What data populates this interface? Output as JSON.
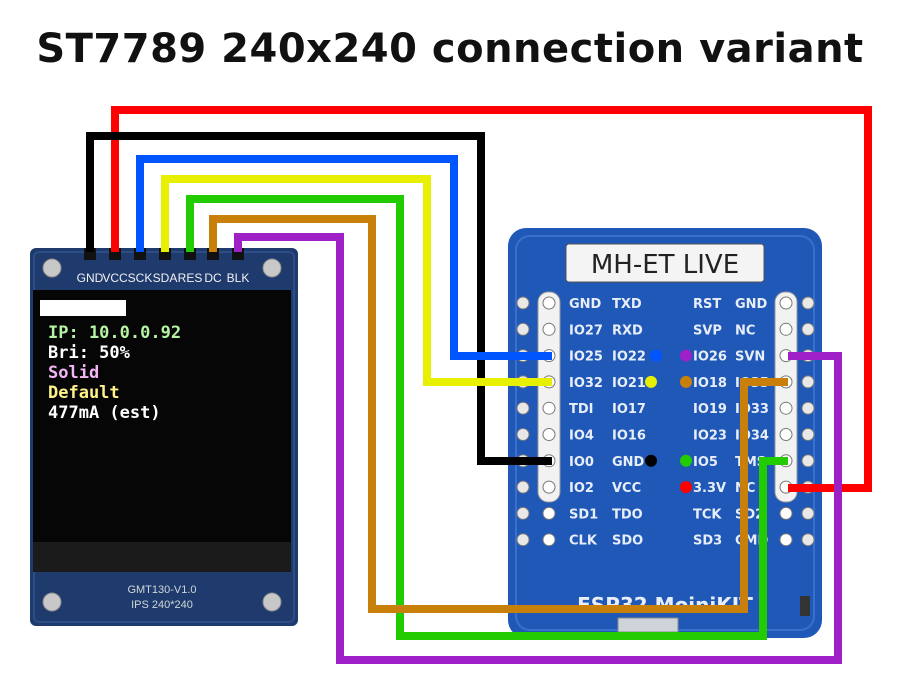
{
  "title": "ST7789 240x240 connection variant",
  "display_module": {
    "pins": [
      "GND",
      "VCC",
      "SCK",
      "SDA",
      "RES",
      "DC",
      "BLK"
    ],
    "screen_lines": [
      {
        "text": "IP: 10.0.0.92",
        "color": "#b6f3a4"
      },
      {
        "text": "Bri: 50%",
        "color": "#ffffff"
      },
      {
        "text": "Solid",
        "color": "#f4b6f7"
      },
      {
        "text": "Default",
        "color": "#fff38a"
      },
      {
        "text": "477mA (est)",
        "color": "#ffffff"
      }
    ],
    "label_line1": "GMT130-V1.0",
    "label_line2": "IPS 240*240"
  },
  "board": {
    "name": "MH-ET LIVE",
    "footer": "ESP32 MoiniKIT",
    "left_col_a": [
      "GND",
      "IO27",
      "IO25",
      "IO32",
      "TDI",
      "IO4",
      "IO0",
      "IO2",
      "SD1",
      "CLK"
    ],
    "left_col_b": [
      "TXD",
      "RXD",
      "IO22",
      "IO21",
      "IO17",
      "IO16",
      "GND",
      "VCC",
      "TDO",
      "SDO"
    ],
    "right_col_a": [
      "RST",
      "SVP",
      "IO26",
      "IO18",
      "IO19",
      "IO23",
      "IO5",
      "3.3V",
      "TCK",
      "SD3"
    ],
    "right_col_b": [
      "GND",
      "NC",
      "SVN",
      "IO35",
      "IO33",
      "IO34",
      "TMS",
      "NC",
      "SD2",
      "CMD"
    ]
  },
  "wire_colors": {
    "GND": "#000000",
    "VCC": "#ff0000",
    "SCK": "#0055ff",
    "SDA": "#e6f000",
    "RES": "#22cc00",
    "DC": "#c8800a",
    "BLK": "#a020c8"
  }
}
